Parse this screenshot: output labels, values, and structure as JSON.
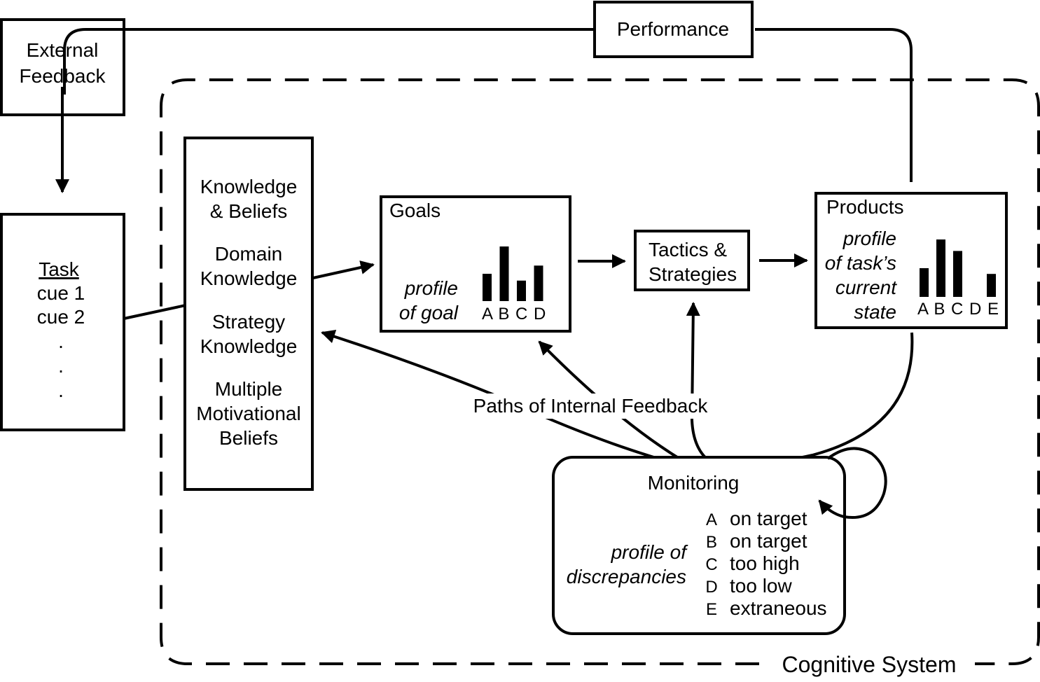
{
  "external_feedback": [
    "External",
    "Feedback"
  ],
  "performance": "Performance",
  "task": {
    "title": "Task",
    "cues": [
      "cue 1",
      "cue 2"
    ],
    "dots": [
      ".",
      ".",
      "."
    ]
  },
  "knowledge_box": [
    "Knowledge",
    "& Beliefs",
    "Domain",
    "Knowledge",
    "Strategy",
    "Knowledge",
    "Multiple",
    "Motivational",
    "Beliefs"
  ],
  "goals": {
    "title": "Goals",
    "profile_label": [
      "profile",
      "of goal"
    ],
    "bars": [
      {
        "label": "A",
        "value": 2
      },
      {
        "label": "B",
        "value": 4
      },
      {
        "label": "C",
        "value": 1.5
      },
      {
        "label": "D",
        "value": 2.6
      }
    ],
    "labels_row": "A B C D"
  },
  "tactics": [
    "Tactics &",
    "Strategies"
  ],
  "products": {
    "title": "Products",
    "profile_label": [
      "profile",
      "of task’s",
      "current",
      "state"
    ],
    "bars": [
      {
        "label": "A",
        "value": 2
      },
      {
        "label": "B",
        "value": 4
      },
      {
        "label": "C",
        "value": 3.2
      },
      {
        "label": "D",
        "value": 0
      },
      {
        "label": "E",
        "value": 1.6
      }
    ],
    "labels_row": "A B C D E"
  },
  "internal_feedback": "Paths of Internal Feedback",
  "monitoring": {
    "title": "Monitoring",
    "profile_label": [
      "profile of",
      "discrepancies"
    ],
    "items": [
      {
        "letter": "A",
        "status": "on target"
      },
      {
        "letter": "B",
        "status": "on target"
      },
      {
        "letter": "C",
        "status": "too high"
      },
      {
        "letter": "D",
        "status": "too low"
      },
      {
        "letter": "E",
        "status": "extraneous"
      }
    ]
  },
  "cognitive_system": "Cognitive System"
}
